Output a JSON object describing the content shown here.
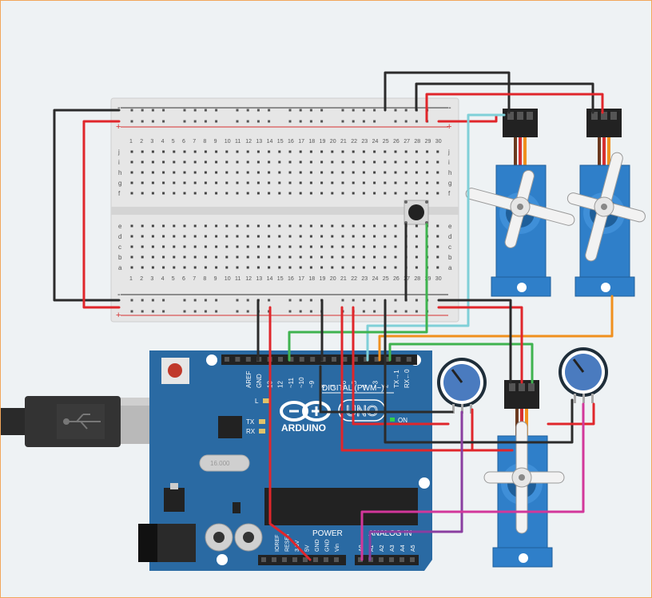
{
  "breadboard": {
    "columns": [
      "1",
      "2",
      "3",
      "4",
      "5",
      "6",
      "7",
      "8",
      "9",
      "10",
      "11",
      "12",
      "13",
      "14",
      "15",
      "16",
      "17",
      "18",
      "19",
      "20",
      "21",
      "22",
      "23",
      "24",
      "25",
      "26",
      "27",
      "28",
      "29",
      "30"
    ],
    "rows_top": [
      "j",
      "i",
      "h",
      "g",
      "f"
    ],
    "rows_bottom": [
      "e",
      "d",
      "c",
      "b",
      "a"
    ],
    "rail_minus": "-",
    "rail_plus": "+"
  },
  "arduino": {
    "brand": "ARDUINO",
    "model": "UNO",
    "digital_label": "DIGITAL (PWM~)",
    "power_label": "POWER",
    "analog_label": "ANALOG IN",
    "on_label": "ON",
    "led_l": "L",
    "led_tx": "TX",
    "led_rx": "RX",
    "crystal": "16.000",
    "digital_pins": [
      "AREF",
      "GND",
      "13",
      "12",
      "~11",
      "~10",
      "~9",
      "8",
      "7",
      "~6",
      "~5",
      "4",
      "~3",
      "2",
      "TX→1",
      "RX←0"
    ],
    "power_pins": [
      "IOREF",
      "RESET",
      "3.3V",
      "5V",
      "GND",
      "GND",
      "Vin"
    ],
    "analog_pins": [
      "A0",
      "A1",
      "A2",
      "A3",
      "A4",
      "A5"
    ]
  },
  "colors": {
    "wire_black": "#2b2b2b",
    "wire_red": "#e0262b",
    "wire_green": "#3fb34f",
    "wire_cyan": "#7fd0d8",
    "wire_orange": "#f0901e",
    "wire_purple": "#8a3ea0",
    "wire_magenta": "#d2379a",
    "servo_blue": "#2f7fc9",
    "arduino_blue": "#2a6aa3"
  },
  "components": [
    "usb-cable",
    "breadboard",
    "pushbutton",
    "servo-1",
    "servo-2",
    "servo-3",
    "potentiometer-1",
    "potentiometer-2",
    "arduino-uno"
  ]
}
